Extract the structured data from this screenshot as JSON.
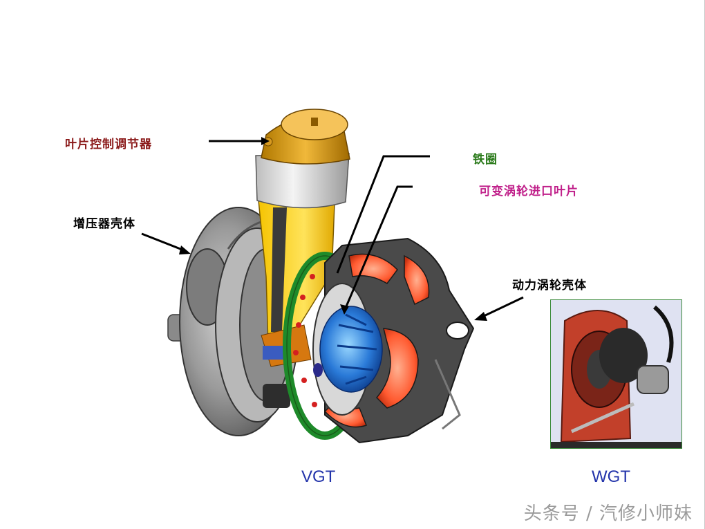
{
  "labels": {
    "actuator": "叶片控制调节器",
    "ring": "铁圈",
    "vanes": "可变涡轮进口叶片",
    "compressor_housing": "增压器壳体",
    "turbine_housing": "动力涡轮壳体"
  },
  "captions": {
    "vgt": "VGT",
    "wgt": "WGT"
  },
  "watermark": "头条号 / 汽修小师妹",
  "colors": {
    "actuator_label": "#8b1a1a",
    "ring_label": "#2a7a1a",
    "vanes_label": "#c0208a",
    "caption": "#2233aa"
  }
}
